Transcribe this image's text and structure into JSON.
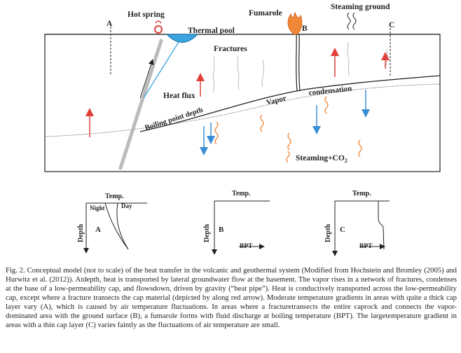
{
  "labels": {
    "hot_spring": "Hot spring",
    "fumarole": "Fumarole",
    "steaming_ground": "Steaming ground",
    "thermal_pool": "Thermal pool",
    "fractures": "Fractures",
    "heat_flux": "Heat flux",
    "boiling_point_depth": "Boiling point depth",
    "vapor": "Vapor",
    "condensation": "condensation",
    "steaming_co2": "Steaming+CO",
    "co2_sub": "2",
    "loc_a": "A",
    "loc_b": "B",
    "loc_c": "C"
  },
  "profiles": [
    {
      "id": "A",
      "temp": "Temp.",
      "depth": "Depth",
      "night": "Night",
      "day": "Day"
    },
    {
      "id": "B",
      "temp": "Temp.",
      "depth": "Depth",
      "bpt": "BPT"
    },
    {
      "id": "C",
      "temp": "Temp.",
      "depth": "Depth",
      "bpt": "BPT"
    }
  ],
  "caption": "Fig. 2. Conceptual model (not to scale) of the heat transfer in the volcanic and geothermal system (Modified from Hochstein and Bromley (2005) and Hurwitz et al. (2012)). Atdepth, heat is transported by lateral groundwater flow at the basement. The vapor rises in a network of fractures, condenses at the base of a low-permeability cap, and flowsdown, driven by gravity (“heat pipe”). Heat is conductively transported across the low-permeability cap, except where a fracture transects the cap material (depicted by along red arrow). Moderate temperature gradients in areas with quite a thick cap layer vary (A), which is caused by air temperature fluctuations. In areas where a fracturetransects the entire caprock and connects the vapor-dominated area with the ground surface (B), a fumarole forms with fluid discharge at boiling temperature (BPT). The largetemperature gradient in areas with a thin cap layer (C) varies faintly as the fluctuations of air temperature are small.",
  "colors": {
    "heat_arrow": "#e0413a",
    "cold_arrow": "#3a8fd6",
    "steam": "#f0883a",
    "pool": "#3aa3e0",
    "fracture_fill": "#bbbbbb",
    "line": "#222222"
  }
}
